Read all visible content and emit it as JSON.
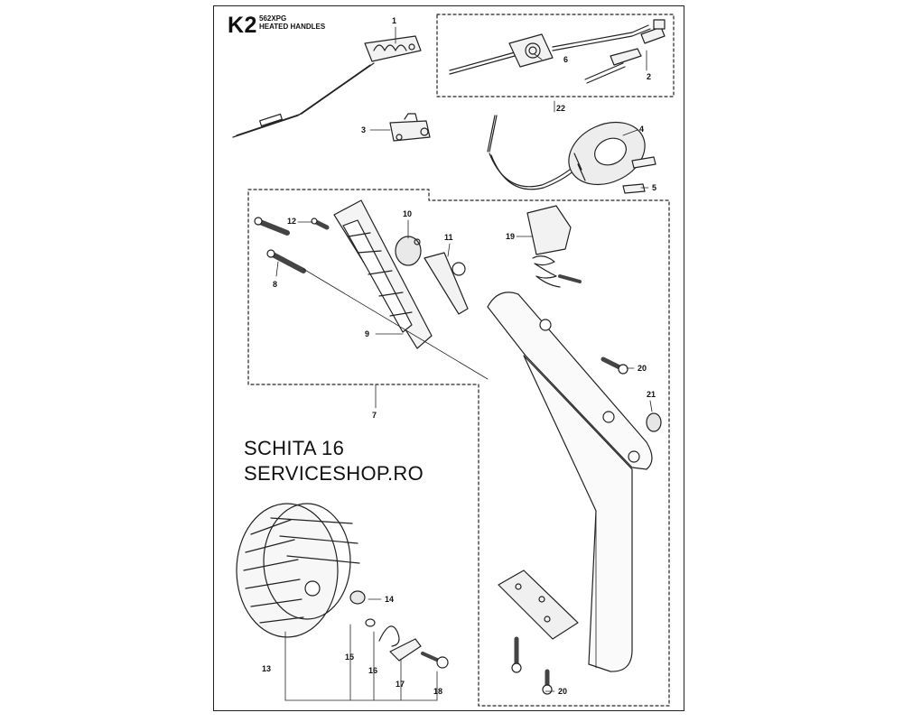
{
  "header": {
    "code": "K2",
    "model": "562XPG",
    "section": "HEATED HANDLES"
  },
  "watermark": {
    "line1": "SCHITA 16",
    "line2": "SERVICESHOP.RO"
  },
  "callouts": {
    "c1": "1",
    "c2": "2",
    "c3": "3",
    "c4": "4",
    "c5": "5",
    "c6": "6",
    "c7": "7",
    "c8": "8",
    "c9": "9",
    "c10": "10",
    "c11": "11",
    "c12": "12",
    "c13": "13",
    "c14": "14",
    "c15": "15",
    "c16": "16",
    "c17": "17",
    "c18": "18",
    "c19": "19",
    "c20a": "20",
    "c20b": "20",
    "c21": "21",
    "c22": "22"
  }
}
